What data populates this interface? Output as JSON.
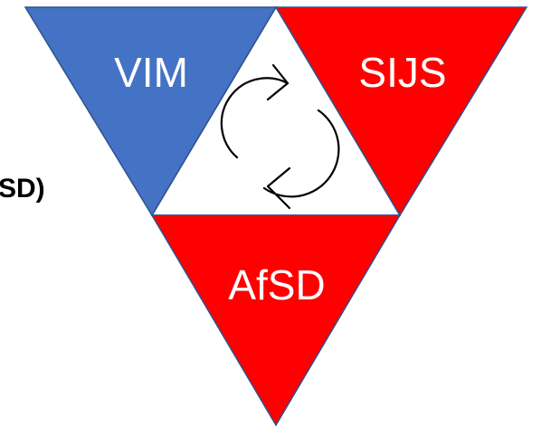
{
  "colors": {
    "vim": "#4472C4",
    "sijs": "#FF0000",
    "afsd": "#FF0000",
    "center": "#FFFFFF",
    "stroke": "#000000",
    "label": "#FFFFFF"
  },
  "partial_text": "SD)",
  "triangles": [
    {
      "id": "vim",
      "label": "VIM"
    },
    {
      "id": "sijs",
      "label": "SIJS"
    },
    {
      "id": "afsd",
      "label": "AfSD"
    }
  ],
  "center_icon": "cycle-arrows-icon"
}
